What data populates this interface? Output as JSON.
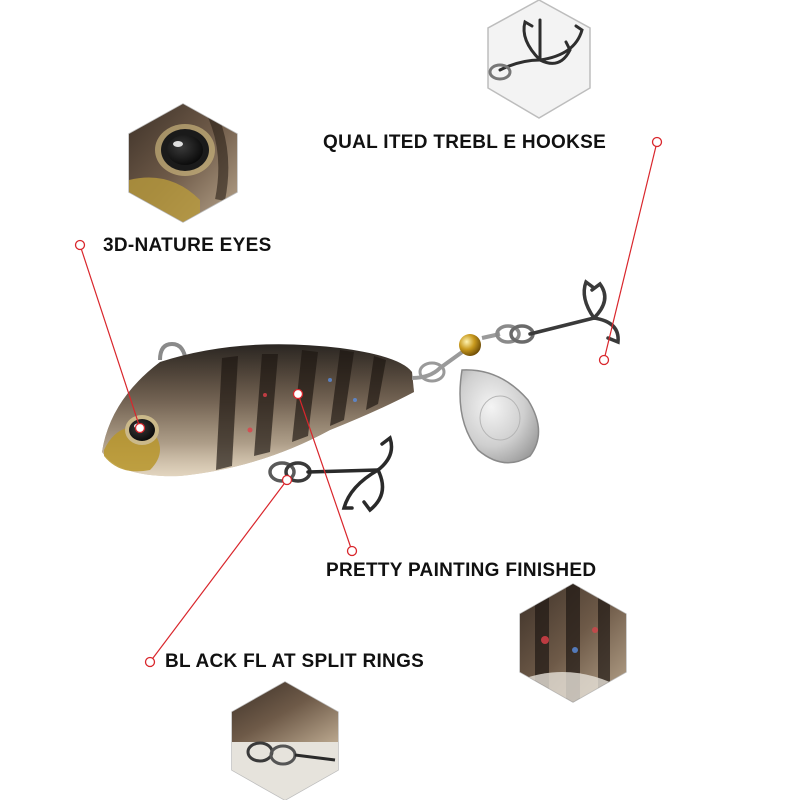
{
  "labels": {
    "hooks": "QUAL ITED TREBL E HOOKSE",
    "eyes": "3D-NATURE EYES",
    "painting": "PRETTY PAINTING FINISHED",
    "split_rings": "BL ACK FL AT SPLIT RINGS"
  },
  "colors": {
    "callout_line": "#d9262c",
    "text": "#111111",
    "hex_frame": "#bdbdbd"
  }
}
